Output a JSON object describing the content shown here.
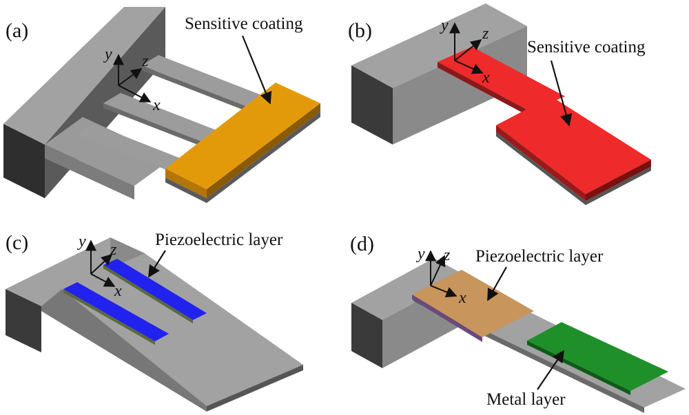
{
  "panels": {
    "a": {
      "label": "(a)",
      "callout": "Sensitive coating",
      "axes": {
        "y": "y",
        "z": "z",
        "x": "x"
      }
    },
    "b": {
      "label": "(b)",
      "callout": "Sensitive coating",
      "axes": {
        "y": "y",
        "z": "z",
        "x": "x"
      }
    },
    "c": {
      "label": "(c)",
      "callout": "Piezoelectric layer",
      "axes": {
        "y": "y",
        "z": "z",
        "x": "x"
      }
    },
    "d": {
      "label": "(d)",
      "callout_piezo": "Piezoelectric layer",
      "callout_metal": "Metal layer",
      "axes": {
        "y": "y",
        "z": "z",
        "x": "x"
      }
    }
  },
  "colors": {
    "substrate_top": "#a3a3a3",
    "substrate_front": "#8e8e8e",
    "substrate_side": "#3a3a3a",
    "coating_orange": "#e39a0a",
    "coating_red": "#ee2a2a",
    "piezo_blue": "#2222ee",
    "piezo_tan": "#c8955c",
    "metal_green": "#1f8f2a"
  }
}
